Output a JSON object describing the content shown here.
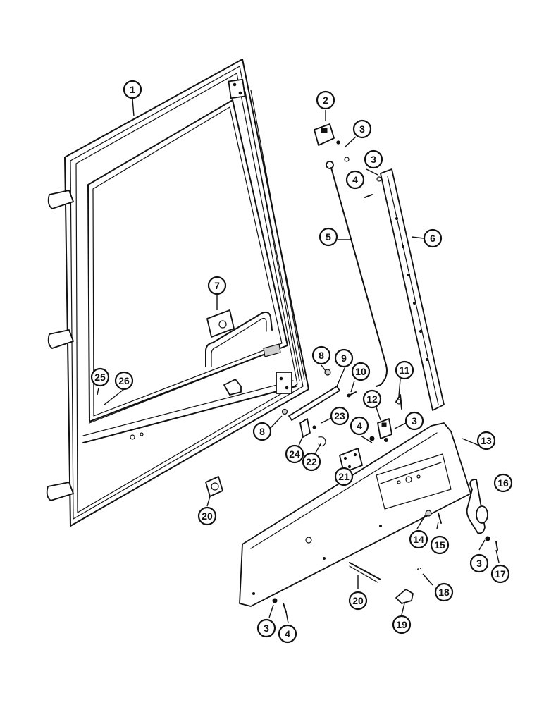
{
  "callouts": [
    {
      "id": "c1",
      "label": "1"
    },
    {
      "id": "c2",
      "label": "2"
    },
    {
      "id": "c3a",
      "label": "3"
    },
    {
      "id": "c3b",
      "label": "3"
    },
    {
      "id": "c4a",
      "label": "4"
    },
    {
      "id": "c5",
      "label": "5"
    },
    {
      "id": "c6",
      "label": "6"
    },
    {
      "id": "c7",
      "label": "7"
    },
    {
      "id": "c8a",
      "label": "8"
    },
    {
      "id": "c9",
      "label": "9"
    },
    {
      "id": "c10",
      "label": "10"
    },
    {
      "id": "c11",
      "label": "11"
    },
    {
      "id": "c12",
      "label": "12"
    },
    {
      "id": "c3c",
      "label": "3"
    },
    {
      "id": "c4b",
      "label": "4"
    },
    {
      "id": "c13",
      "label": "13"
    },
    {
      "id": "c8b",
      "label": "8"
    },
    {
      "id": "c23",
      "label": "23"
    },
    {
      "id": "c24",
      "label": "24"
    },
    {
      "id": "c22",
      "label": "22"
    },
    {
      "id": "c21",
      "label": "21"
    },
    {
      "id": "c25",
      "label": "25"
    },
    {
      "id": "c26",
      "label": "26"
    },
    {
      "id": "c20a",
      "label": "20"
    },
    {
      "id": "c16",
      "label": "16"
    },
    {
      "id": "c14",
      "label": "14"
    },
    {
      "id": "c15",
      "label": "15"
    },
    {
      "id": "c3d",
      "label": "3"
    },
    {
      "id": "c17",
      "label": "17"
    },
    {
      "id": "c18",
      "label": "18"
    },
    {
      "id": "c20b",
      "label": "20"
    },
    {
      "id": "c19",
      "label": "19"
    },
    {
      "id": "c3e",
      "label": "3"
    },
    {
      "id": "c4c",
      "label": "4"
    }
  ]
}
